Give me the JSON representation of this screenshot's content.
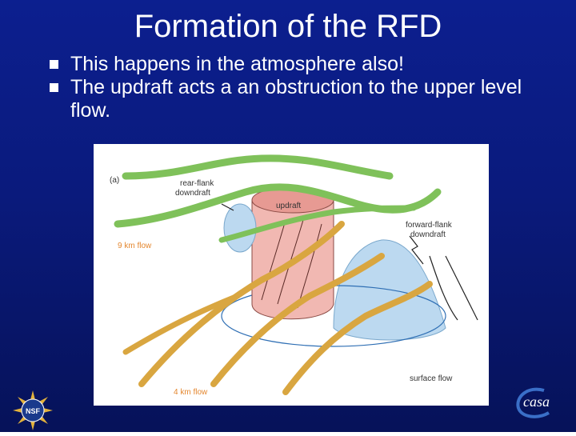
{
  "slide": {
    "title": "Formation of the RFD",
    "bullets": [
      "This happens in the atmosphere also!",
      "The updraft acts a an obstruction to the upper level flow."
    ]
  },
  "figure": {
    "panel_label": "(a)",
    "labels": {
      "rear_flank_1": "rear-flank",
      "rear_flank_2": "downdraft",
      "updraft": "updraft",
      "forward_flank_1": "forward-flank",
      "forward_flank_2": "downdraft",
      "flow_9km": "9 km flow",
      "flow_4km": "4 km flow",
      "surface_flow": "surface flow"
    },
    "colors": {
      "upper_flow": "#7fc15a",
      "low_flow": "#d9a640",
      "updraft": "#f1b8b2",
      "downdraft": "#bcd9f0",
      "label_orange": "#e4872f"
    }
  },
  "logos": {
    "nsf_text": "NSF",
    "casa_text": "casa"
  }
}
